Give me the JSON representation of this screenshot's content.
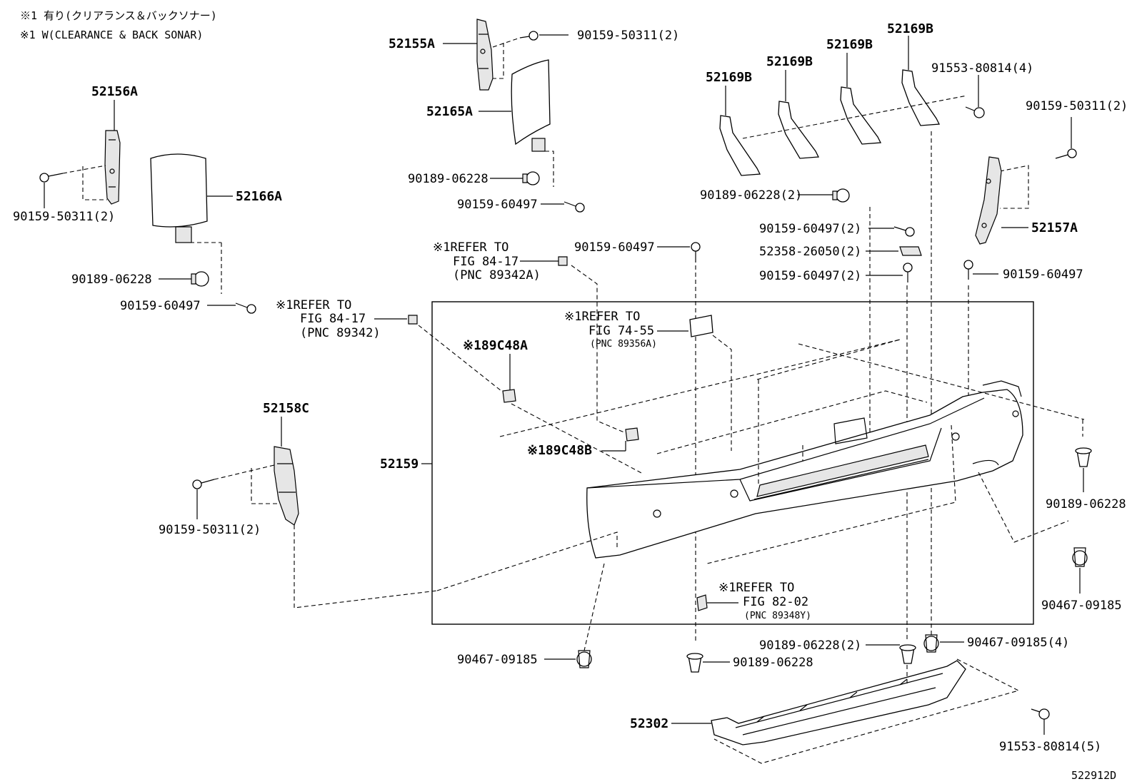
{
  "notes": {
    "line1": "※1 有り(クリアランス＆バックソナー)",
    "line2": "※1 W(CLEARANCE & BACK SONAR)"
  },
  "diagram_id": "522912D",
  "callouts": {
    "p52156A": "52156A",
    "p52166A": "52166A",
    "p90159_50311_left": "90159-50311(2)",
    "p90189_06228_left": "90189-06228",
    "p90159_60497_left": "90159-60497",
    "p52155A": "52155A",
    "p90159_50311_top": "90159-50311(2)",
    "p52165A": "52165A",
    "p90189_06228_top": "90189-06228",
    "p90159_60497_top": "90159-60497",
    "p52169B_1": "52169B",
    "p52169B_2": "52169B",
    "p52169B_3": "52169B",
    "p52169B_4": "52169B",
    "p91553_80814_4": "91553-80814(4)",
    "p90159_50311_right": "90159-50311(2)",
    "p90189_06228_2_mid": "90189-06228(2)",
    "p90159_60497_2_a": "90159-60497(2)",
    "p52358_26050_2": "52358-26050(2)",
    "p90159_60497_2_b": "90159-60497(2)",
    "p52157A": "52157A",
    "p90159_60497_right": "90159-60497",
    "p90159_60497_center": "90159-60497",
    "p52158C": "52158C",
    "p90159_50311_low": "90159-50311(2)",
    "p52159": "52159",
    "p89C48A": "※189C48A",
    "p89C48B": "※189C48B",
    "p90189_06228_right": "90189-06228",
    "p90467_09185_right": "90467-09185",
    "p90467_09185_low": "90467-09185",
    "p90189_06228_bottom": "90189-06228",
    "p90189_06228_2_low": "90189-06228(2)",
    "p90467_09185_4": "90467-09185(4)",
    "p52302": "52302",
    "p91553_80814_5": "91553-80814(5)"
  },
  "refs": {
    "r1": {
      "l1": "※1REFER TO",
      "l2": "FIG 84-17",
      "l3": "(PNC 89342A)"
    },
    "r2": {
      "l1": "※1REFER TO",
      "l2": "FIG 84-17",
      "l3": "(PNC 89342)"
    },
    "r3": {
      "l1": "※1REFER TO",
      "l2": "FIG 74-55",
      "l3": "(PNC 89356A)"
    },
    "r4": {
      "l1": "※1REFER TO",
      "l2": "FIG 82-02",
      "l3": "(PNC 89348Y)"
    }
  }
}
